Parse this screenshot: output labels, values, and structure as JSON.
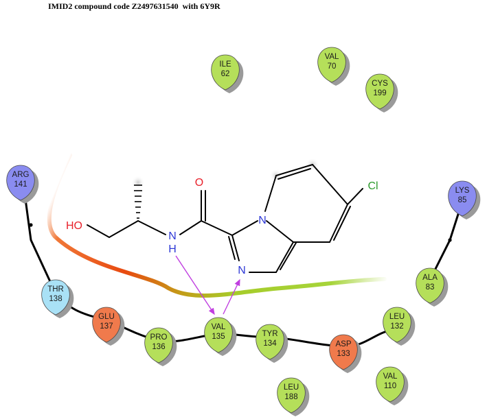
{
  "title": "IMID2 compound code Z2497631540  with 6Y9R",
  "colors": {
    "hydrophobic": "#b5df5a",
    "negative": "#f07a4c",
    "positive": "#8a8cf0",
    "polar": "#a9e1f6",
    "hbond": "#c03ee0",
    "oxygen": "#e8202a",
    "nitrogen": "#2d38d6",
    "chlorine": "#2c9a2c"
  },
  "atoms": {
    "o_hydroxyl": "HO",
    "n_amide": "N",
    "h_amide": "H",
    "o_carbonyl": "O",
    "n_bridge": "N",
    "n_imidazole": "N",
    "cl": "Cl"
  },
  "residues": [
    {
      "id": "ile62",
      "name": "ILE",
      "num": "62",
      "type": "hydrophobic"
    },
    {
      "id": "val70",
      "name": "VAL",
      "num": "70",
      "type": "hydrophobic"
    },
    {
      "id": "cys199",
      "name": "CYS",
      "num": "199",
      "type": "hydrophobic"
    },
    {
      "id": "arg141",
      "name": "ARG",
      "num": "141",
      "type": "positive"
    },
    {
      "id": "lys85",
      "name": "LYS",
      "num": "85",
      "type": "positive"
    },
    {
      "id": "ala83",
      "name": "ALA",
      "num": "83",
      "type": "hydrophobic"
    },
    {
      "id": "thr138",
      "name": "THR",
      "num": "138",
      "type": "polar"
    },
    {
      "id": "glu137",
      "name": "GLU",
      "num": "137",
      "type": "negative"
    },
    {
      "id": "pro136",
      "name": "PRO",
      "num": "136",
      "type": "hydrophobic"
    },
    {
      "id": "val135",
      "name": "VAL",
      "num": "135",
      "type": "hydrophobic"
    },
    {
      "id": "tyr134",
      "name": "TYR",
      "num": "134",
      "type": "hydrophobic"
    },
    {
      "id": "asp133",
      "name": "ASP",
      "num": "133",
      "type": "negative"
    },
    {
      "id": "leu132",
      "name": "LEU",
      "num": "132",
      "type": "hydrophobic"
    },
    {
      "id": "leu188",
      "name": "LEU",
      "num": "188",
      "type": "hydrophobic"
    },
    {
      "id": "val110",
      "name": "VAL",
      "num": "110",
      "type": "hydrophobic"
    }
  ]
}
